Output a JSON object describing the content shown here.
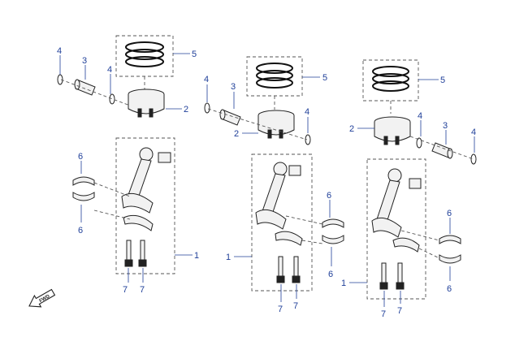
{
  "diagram": {
    "callouts": {
      "c1": "1",
      "c2": "2",
      "c3": "3",
      "c4": "4",
      "c5": "5",
      "c6": "6",
      "c7": "7"
    },
    "front_marker": "FWD"
  }
}
